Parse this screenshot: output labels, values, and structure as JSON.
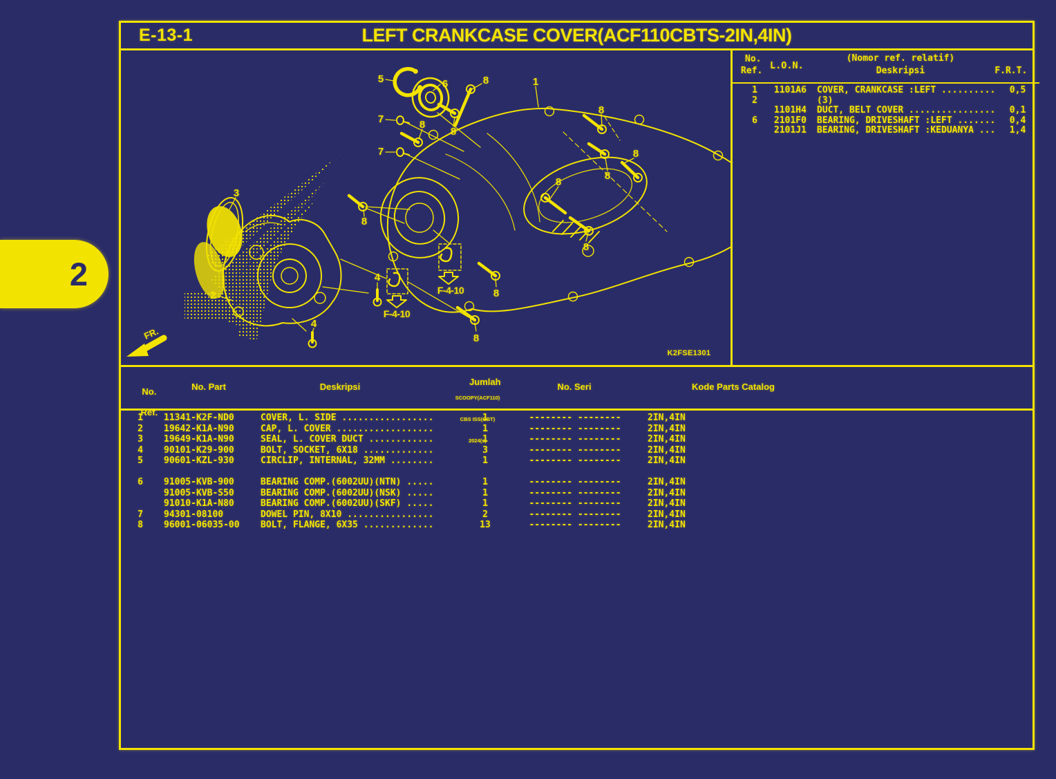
{
  "header": {
    "section_code": "E-13-1",
    "title": "LEFT CRANKCASE COVER(ACF110CBTS-2IN,4IN)"
  },
  "side_tab": {
    "number": "2"
  },
  "diagram": {
    "drawing_code": "K2FSE1301",
    "fr_label": "FR.",
    "detail_ref_a": "F-4-10",
    "detail_ref_b": "F-4-10",
    "callouts": [
      {
        "n": "5"
      },
      {
        "n": "6"
      },
      {
        "n": "8"
      },
      {
        "n": "1"
      },
      {
        "n": "8"
      },
      {
        "n": "7"
      },
      {
        "n": "8"
      },
      {
        "n": "8"
      },
      {
        "n": "7"
      },
      {
        "n": "8"
      },
      {
        "n": "8"
      },
      {
        "n": "8"
      },
      {
        "n": "3"
      },
      {
        "n": "8"
      },
      {
        "n": "8"
      },
      {
        "n": "2"
      },
      {
        "n": "4"
      },
      {
        "n": "4"
      },
      {
        "n": "8"
      },
      {
        "n": "8"
      }
    ]
  },
  "ref_table": {
    "header": {
      "no_ref_line1": "No.",
      "no_ref_line2": "Ref.",
      "lon": "L.O.N.",
      "relative_note": "(Nomor ref. relatif)",
      "deskripsi": "Deskripsi",
      "frt": "F.R.T."
    },
    "rows": [
      {
        "no_ref": "1",
        "lon": "1101A6",
        "desc": "COVER, CRANKCASE :LEFT ..........",
        "frt": "0,5"
      },
      {
        "no_ref": "2",
        "lon": "",
        "desc": "(3)",
        "frt": ""
      },
      {
        "no_ref": "",
        "lon": "1101H4",
        "desc": "DUCT, BELT COVER ................",
        "frt": "0,1"
      },
      {
        "no_ref": "6",
        "lon": "2101F0",
        "desc": "BEARING, DRIVESHAFT :LEFT .......",
        "frt": "0,4"
      },
      {
        "no_ref": "",
        "lon": "2101J1",
        "desc": "BEARING, DRIVESHAFT :KEDUANYA ...",
        "frt": "1,4"
      }
    ]
  },
  "parts_table": {
    "header": {
      "no_ref_line1": "No.",
      "no_ref_line2": "Ref.",
      "no_part": "No. Part",
      "deskripsi": "Deskripsi",
      "jumlah": "Jumlah",
      "jumlah_sub1": "SCOOPY(ACF110)",
      "jumlah_sub2": "CBS ISS(CBT)",
      "jumlah_sub3": "2024(s)",
      "no_seri": "No. Seri",
      "kode": "Kode Parts Catalog"
    },
    "rows": [
      {
        "no_ref": "1",
        "no_part": "11341-K2F-ND0",
        "desc": "COVER, L. SIDE .................",
        "qty": "1",
        "seri": "-------- --------",
        "kode": "2IN,4IN"
      },
      {
        "no_ref": "2",
        "no_part": "19642-K1A-N90",
        "desc": "CAP, L. COVER ..................",
        "qty": "1",
        "seri": "-------- --------",
        "kode": "2IN,4IN"
      },
      {
        "no_ref": "3",
        "no_part": "19649-K1A-N90",
        "desc": "SEAL, L. COVER DUCT ............",
        "qty": "1",
        "seri": "-------- --------",
        "kode": "2IN,4IN"
      },
      {
        "no_ref": "4",
        "no_part": "90101-K29-900",
        "desc": "BOLT, SOCKET, 6X18 .............",
        "qty": "3",
        "seri": "-------- --------",
        "kode": "2IN,4IN"
      },
      {
        "no_ref": "5",
        "no_part": "90601-KZL-930",
        "desc": "CIRCLIP, INTERNAL, 32MM ........",
        "qty": "1",
        "seri": "-------- --------",
        "kode": "2IN,4IN"
      },
      {
        "no_ref": "6",
        "no_part": "91005-KVB-900",
        "desc": "BEARING COMP.(6002UU)(NTN) .....",
        "qty": "1",
        "seri": "-------- --------",
        "kode": "2IN,4IN"
      },
      {
        "no_ref": "",
        "no_part": "91005-KVB-S50",
        "desc": "BEARING COMP.(6002UU)(NSK) .....",
        "qty": "1",
        "seri": "-------- --------",
        "kode": "2IN,4IN"
      },
      {
        "no_ref": "",
        "no_part": "91010-K1A-N80",
        "desc": "BEARING COMP.(6002UU)(SKF) .....",
        "qty": "1",
        "seri": "-------- --------",
        "kode": "2IN,4IN"
      },
      {
        "no_ref": "7",
        "no_part": "94301-08100",
        "desc": "DOWEL PIN, 8X10 ................",
        "qty": "2",
        "seri": "-------- --------",
        "kode": "2IN,4IN"
      },
      {
        "no_ref": "8",
        "no_part": "96001-06035-00",
        "desc": "BOLT, FLANGE, 6X35 .............",
        "qty": "13",
        "seri": "-------- --------",
        "kode": "2IN,4IN"
      }
    ]
  }
}
